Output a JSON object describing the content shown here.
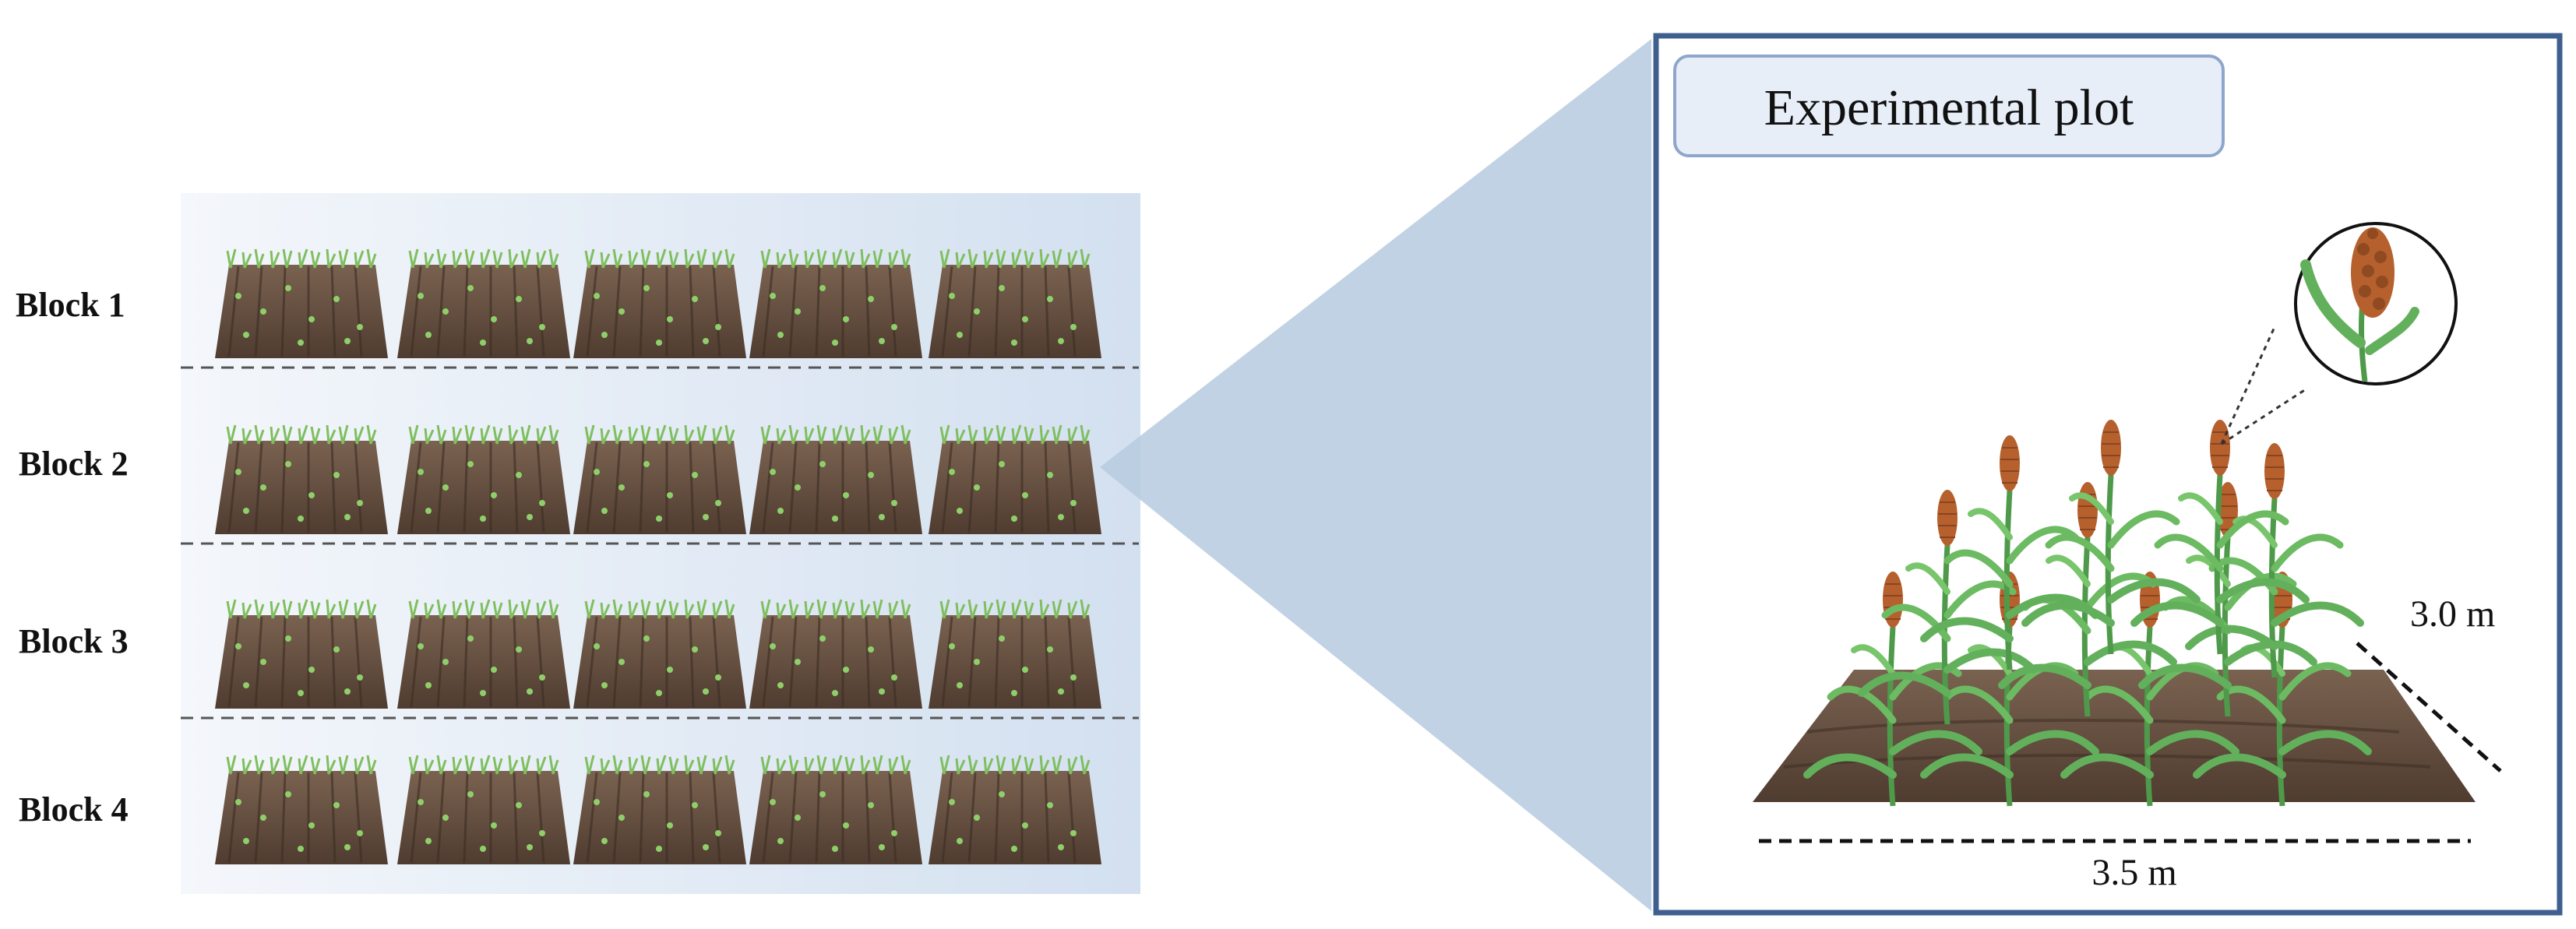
{
  "blocks": [
    "Block 1",
    "Block 2",
    "Block 3",
    "Block 4"
  ],
  "plots_per_block": 5,
  "callout": {
    "title": "Experimental plot",
    "width_label": "3.5 m",
    "depth_label": "3.0 m"
  },
  "colors": {
    "field_band_light": "#f3f6fb",
    "field_band_dark": "#d9e3f2",
    "projection": "#b9cde0",
    "frame": "#3f5f8f",
    "soil": "#6a5444",
    "leaf": "#5fa85a",
    "panicle": "#b5602d"
  },
  "icons": [
    "plot-field-icon",
    "sorghum-plant-icon",
    "sorghum-panicle-icon",
    "magnifier-circle-icon"
  ]
}
